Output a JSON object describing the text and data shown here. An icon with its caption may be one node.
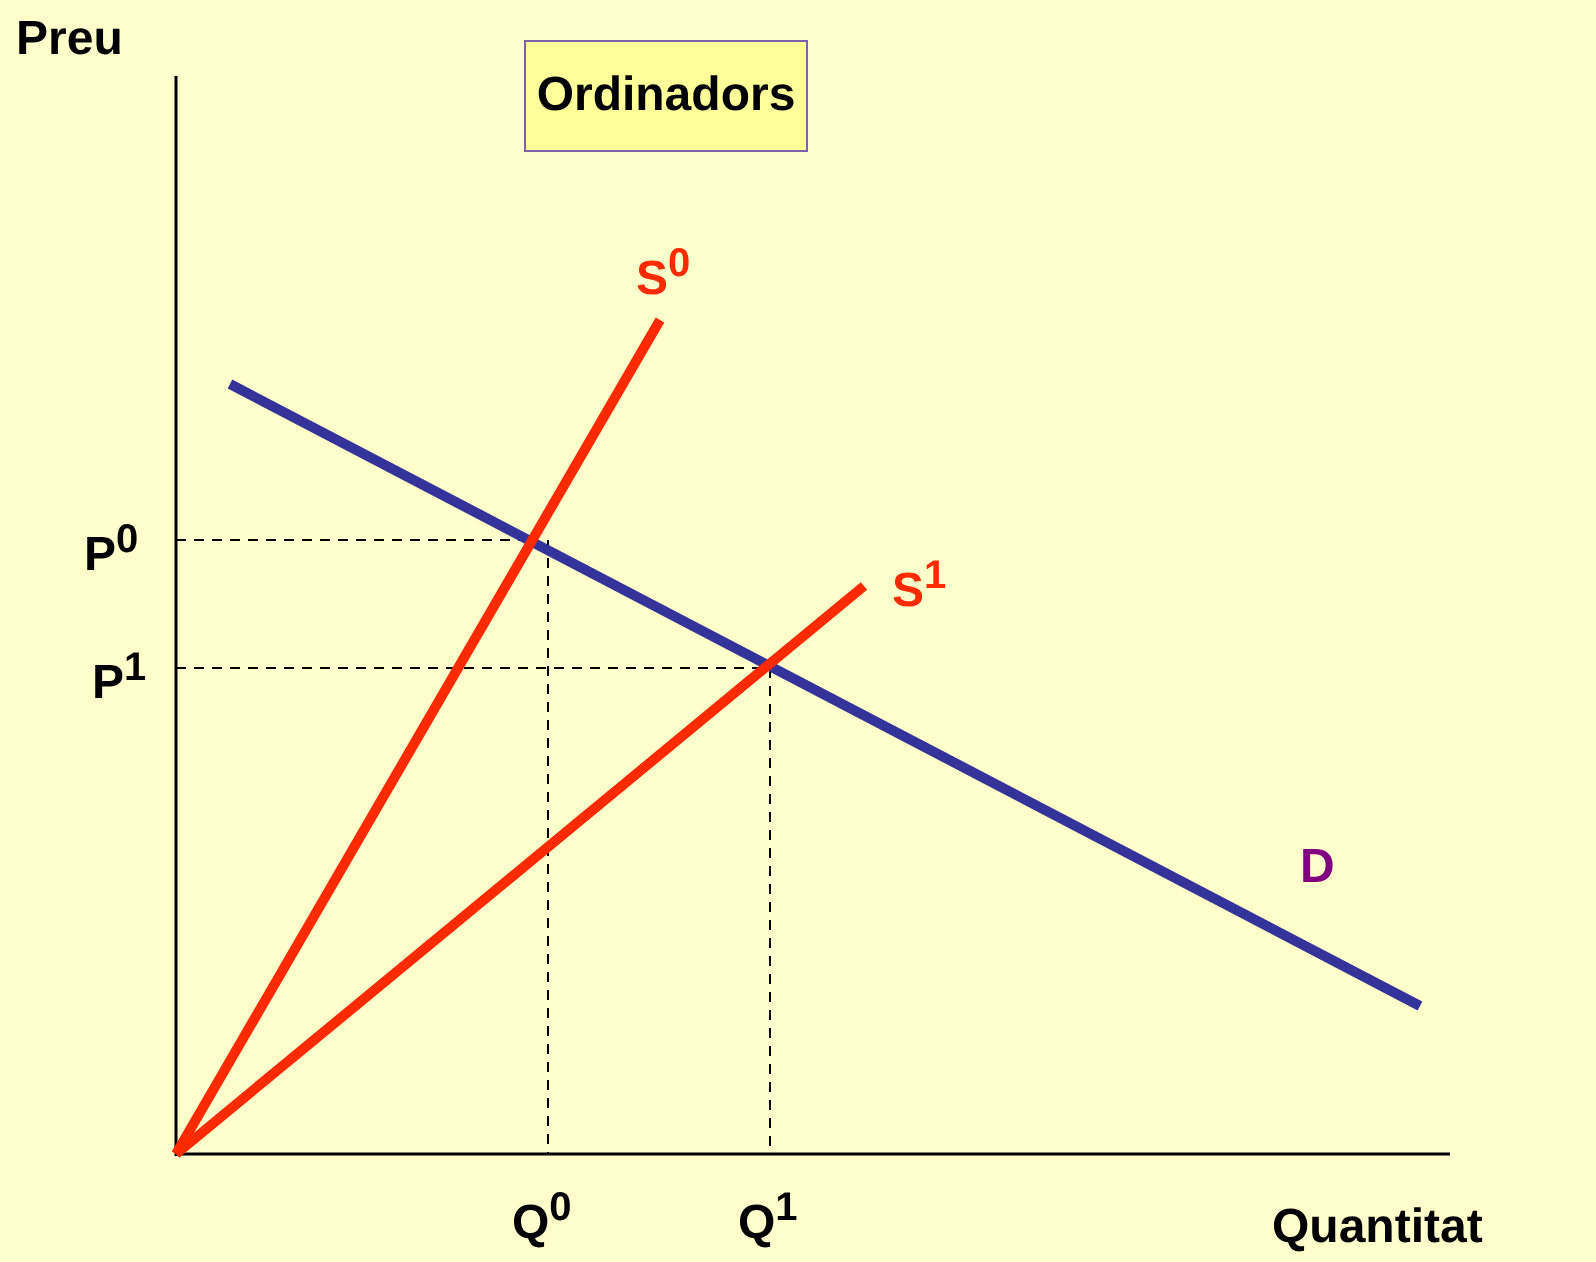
{
  "diagram": {
    "title": "Ordinadors",
    "labels": [
      "Preu",
      "S$^{0}$",
      "P$^{0}$",
      "S$^{1}$",
      "P$^{1}$",
      "D",
      "Q$^{0}$",
      "Q$^{1}$",
      "Quantitat"
    ]
  }
}
